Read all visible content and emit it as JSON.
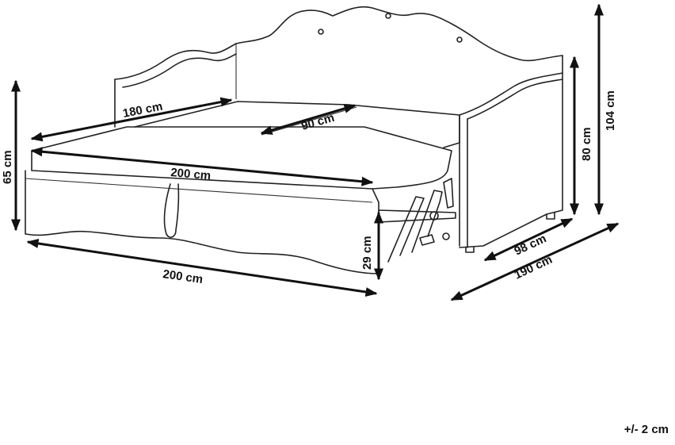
{
  "dimensions": {
    "back_length": "180 cm",
    "mattress_width": "90 cm",
    "extended_length": "200 cm",
    "total_height": "65 cm",
    "base_length": "200 cm",
    "trundle_height": "29 cm",
    "depth": "98 cm",
    "width": "190 cm",
    "arm_height": "80 cm",
    "back_height": "104 cm"
  },
  "tolerance": "+/- 2 cm",
  "colors": {
    "line": "#222222",
    "background": "#ffffff"
  }
}
